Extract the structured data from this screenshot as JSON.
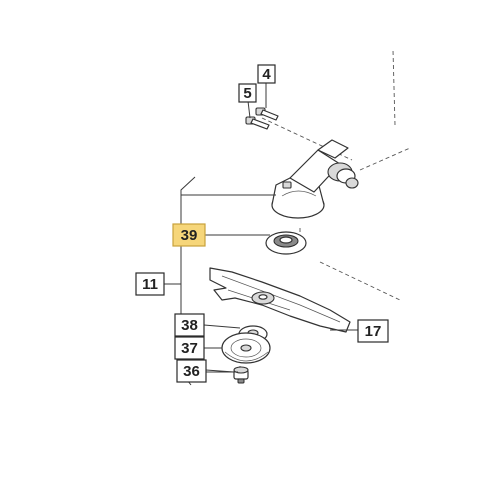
{
  "diagram": {
    "callouts": [
      {
        "id": "c4",
        "label": "4",
        "highlight": false
      },
      {
        "id": "c5",
        "label": "5",
        "highlight": false
      },
      {
        "id": "c39",
        "label": "39",
        "highlight": true
      },
      {
        "id": "c11",
        "label": "11",
        "highlight": false
      },
      {
        "id": "c17",
        "label": "17",
        "highlight": false
      },
      {
        "id": "c38",
        "label": "38",
        "highlight": false
      },
      {
        "id": "c37",
        "label": "37",
        "highlight": false
      },
      {
        "id": "c36",
        "label": "36",
        "highlight": false
      }
    ],
    "colors": {
      "highlight_fill": "#f6d67a",
      "highlight_border": "#c9a23b",
      "line": "#333333"
    }
  }
}
